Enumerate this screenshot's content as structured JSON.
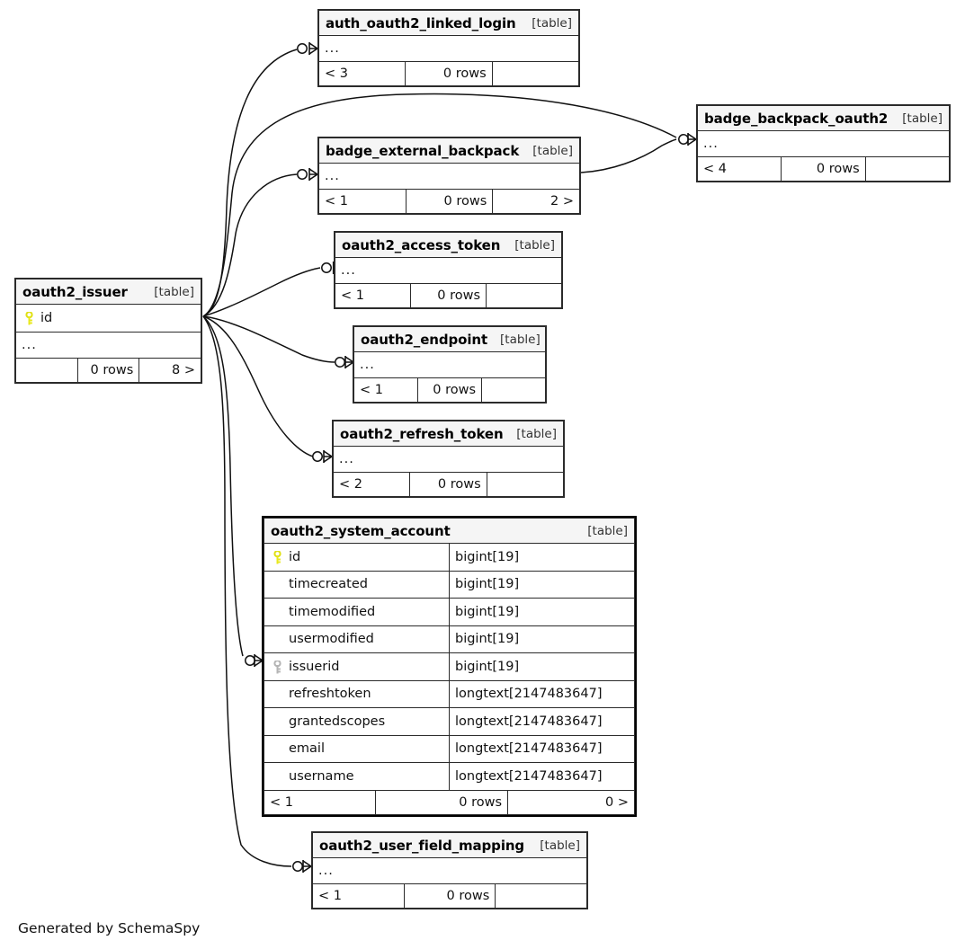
{
  "diagram": {
    "generator_note": "Generated by SchemaSpy",
    "table_tag": "[table]",
    "ellipsis": "...",
    "rows_suffix": "0 rows"
  },
  "icons": {
    "primary_key": "key-icon-primary",
    "foreign_key": "key-icon-foreign",
    "crows_foot": "crows-foot-connector",
    "zero_circle": "zero-cardinality-circle"
  },
  "colors": {
    "primary_key": "#e8e81c",
    "foreign_key": "#b4b4b4",
    "header_bg": "#f5f5f5",
    "border": "#2b2b2b",
    "edge": "#111111"
  },
  "tables": [
    {
      "id": "auth_oauth2_linked_login",
      "name": "auth_oauth2_linked_login",
      "tag": "[table]",
      "body_ellipsis": "...",
      "footer": {
        "left": "< 3",
        "mid": "0 rows",
        "right": ""
      }
    },
    {
      "id": "badge_backpack_oauth2",
      "name": "badge_backpack_oauth2",
      "tag": "[table]",
      "body_ellipsis": "...",
      "footer": {
        "left": "< 4",
        "mid": "0 rows",
        "right": ""
      }
    },
    {
      "id": "badge_external_backpack",
      "name": "badge_external_backpack",
      "tag": "[table]",
      "body_ellipsis": "...",
      "footer": {
        "left": "< 1",
        "mid": "0 rows",
        "right": "2 >"
      }
    },
    {
      "id": "oauth2_access_token",
      "name": "oauth2_access_token",
      "tag": "[table]",
      "body_ellipsis": "...",
      "footer": {
        "left": "< 1",
        "mid": "0 rows",
        "right": ""
      }
    },
    {
      "id": "oauth2_issuer",
      "name": "oauth2_issuer",
      "tag": "[table]",
      "columns": [
        {
          "name": "id",
          "key": "primary"
        }
      ],
      "body_ellipsis": "...",
      "footer": {
        "left": "",
        "mid": "0 rows",
        "right": "8 >"
      }
    },
    {
      "id": "oauth2_endpoint",
      "name": "oauth2_endpoint",
      "tag": "[table]",
      "body_ellipsis": "...",
      "footer": {
        "left": "< 1",
        "mid": "0 rows",
        "right": ""
      }
    },
    {
      "id": "oauth2_refresh_token",
      "name": "oauth2_refresh_token",
      "tag": "[table]",
      "body_ellipsis": "...",
      "footer": {
        "left": "< 2",
        "mid": "0 rows",
        "right": ""
      }
    },
    {
      "id": "oauth2_system_account",
      "name": "oauth2_system_account",
      "tag": "[table]",
      "columns": [
        {
          "name": "id",
          "type": "bigint[19]",
          "key": "primary"
        },
        {
          "name": "timecreated",
          "type": "bigint[19]",
          "key": "none"
        },
        {
          "name": "timemodified",
          "type": "bigint[19]",
          "key": "none"
        },
        {
          "name": "usermodified",
          "type": "bigint[19]",
          "key": "none"
        },
        {
          "name": "issuerid",
          "type": "bigint[19]",
          "key": "foreign"
        },
        {
          "name": "refreshtoken",
          "type": "longtext[2147483647]",
          "key": "none"
        },
        {
          "name": "grantedscopes",
          "type": "longtext[2147483647]",
          "key": "none"
        },
        {
          "name": "email",
          "type": "longtext[2147483647]",
          "key": "none"
        },
        {
          "name": "username",
          "type": "longtext[2147483647]",
          "key": "none"
        }
      ],
      "footer": {
        "left": "< 1",
        "mid": "0 rows",
        "right": "0 >"
      }
    },
    {
      "id": "oauth2_user_field_mapping",
      "name": "oauth2_user_field_mapping",
      "tag": "[table]",
      "body_ellipsis": "...",
      "footer": {
        "left": "< 1",
        "mid": "0 rows",
        "right": ""
      }
    }
  ],
  "relationships": [
    {
      "from": "oauth2_issuer",
      "to": "auth_oauth2_linked_login"
    },
    {
      "from": "oauth2_issuer",
      "to": "badge_backpack_oauth2"
    },
    {
      "from": "oauth2_issuer",
      "to": "badge_external_backpack"
    },
    {
      "from": "oauth2_issuer",
      "to": "oauth2_access_token"
    },
    {
      "from": "oauth2_issuer",
      "to": "oauth2_endpoint"
    },
    {
      "from": "oauth2_issuer",
      "to": "oauth2_refresh_token"
    },
    {
      "from": "oauth2_issuer",
      "to": "oauth2_system_account"
    },
    {
      "from": "oauth2_issuer",
      "to": "oauth2_user_field_mapping"
    },
    {
      "from": "badge_external_backpack",
      "to": "badge_backpack_oauth2"
    }
  ]
}
